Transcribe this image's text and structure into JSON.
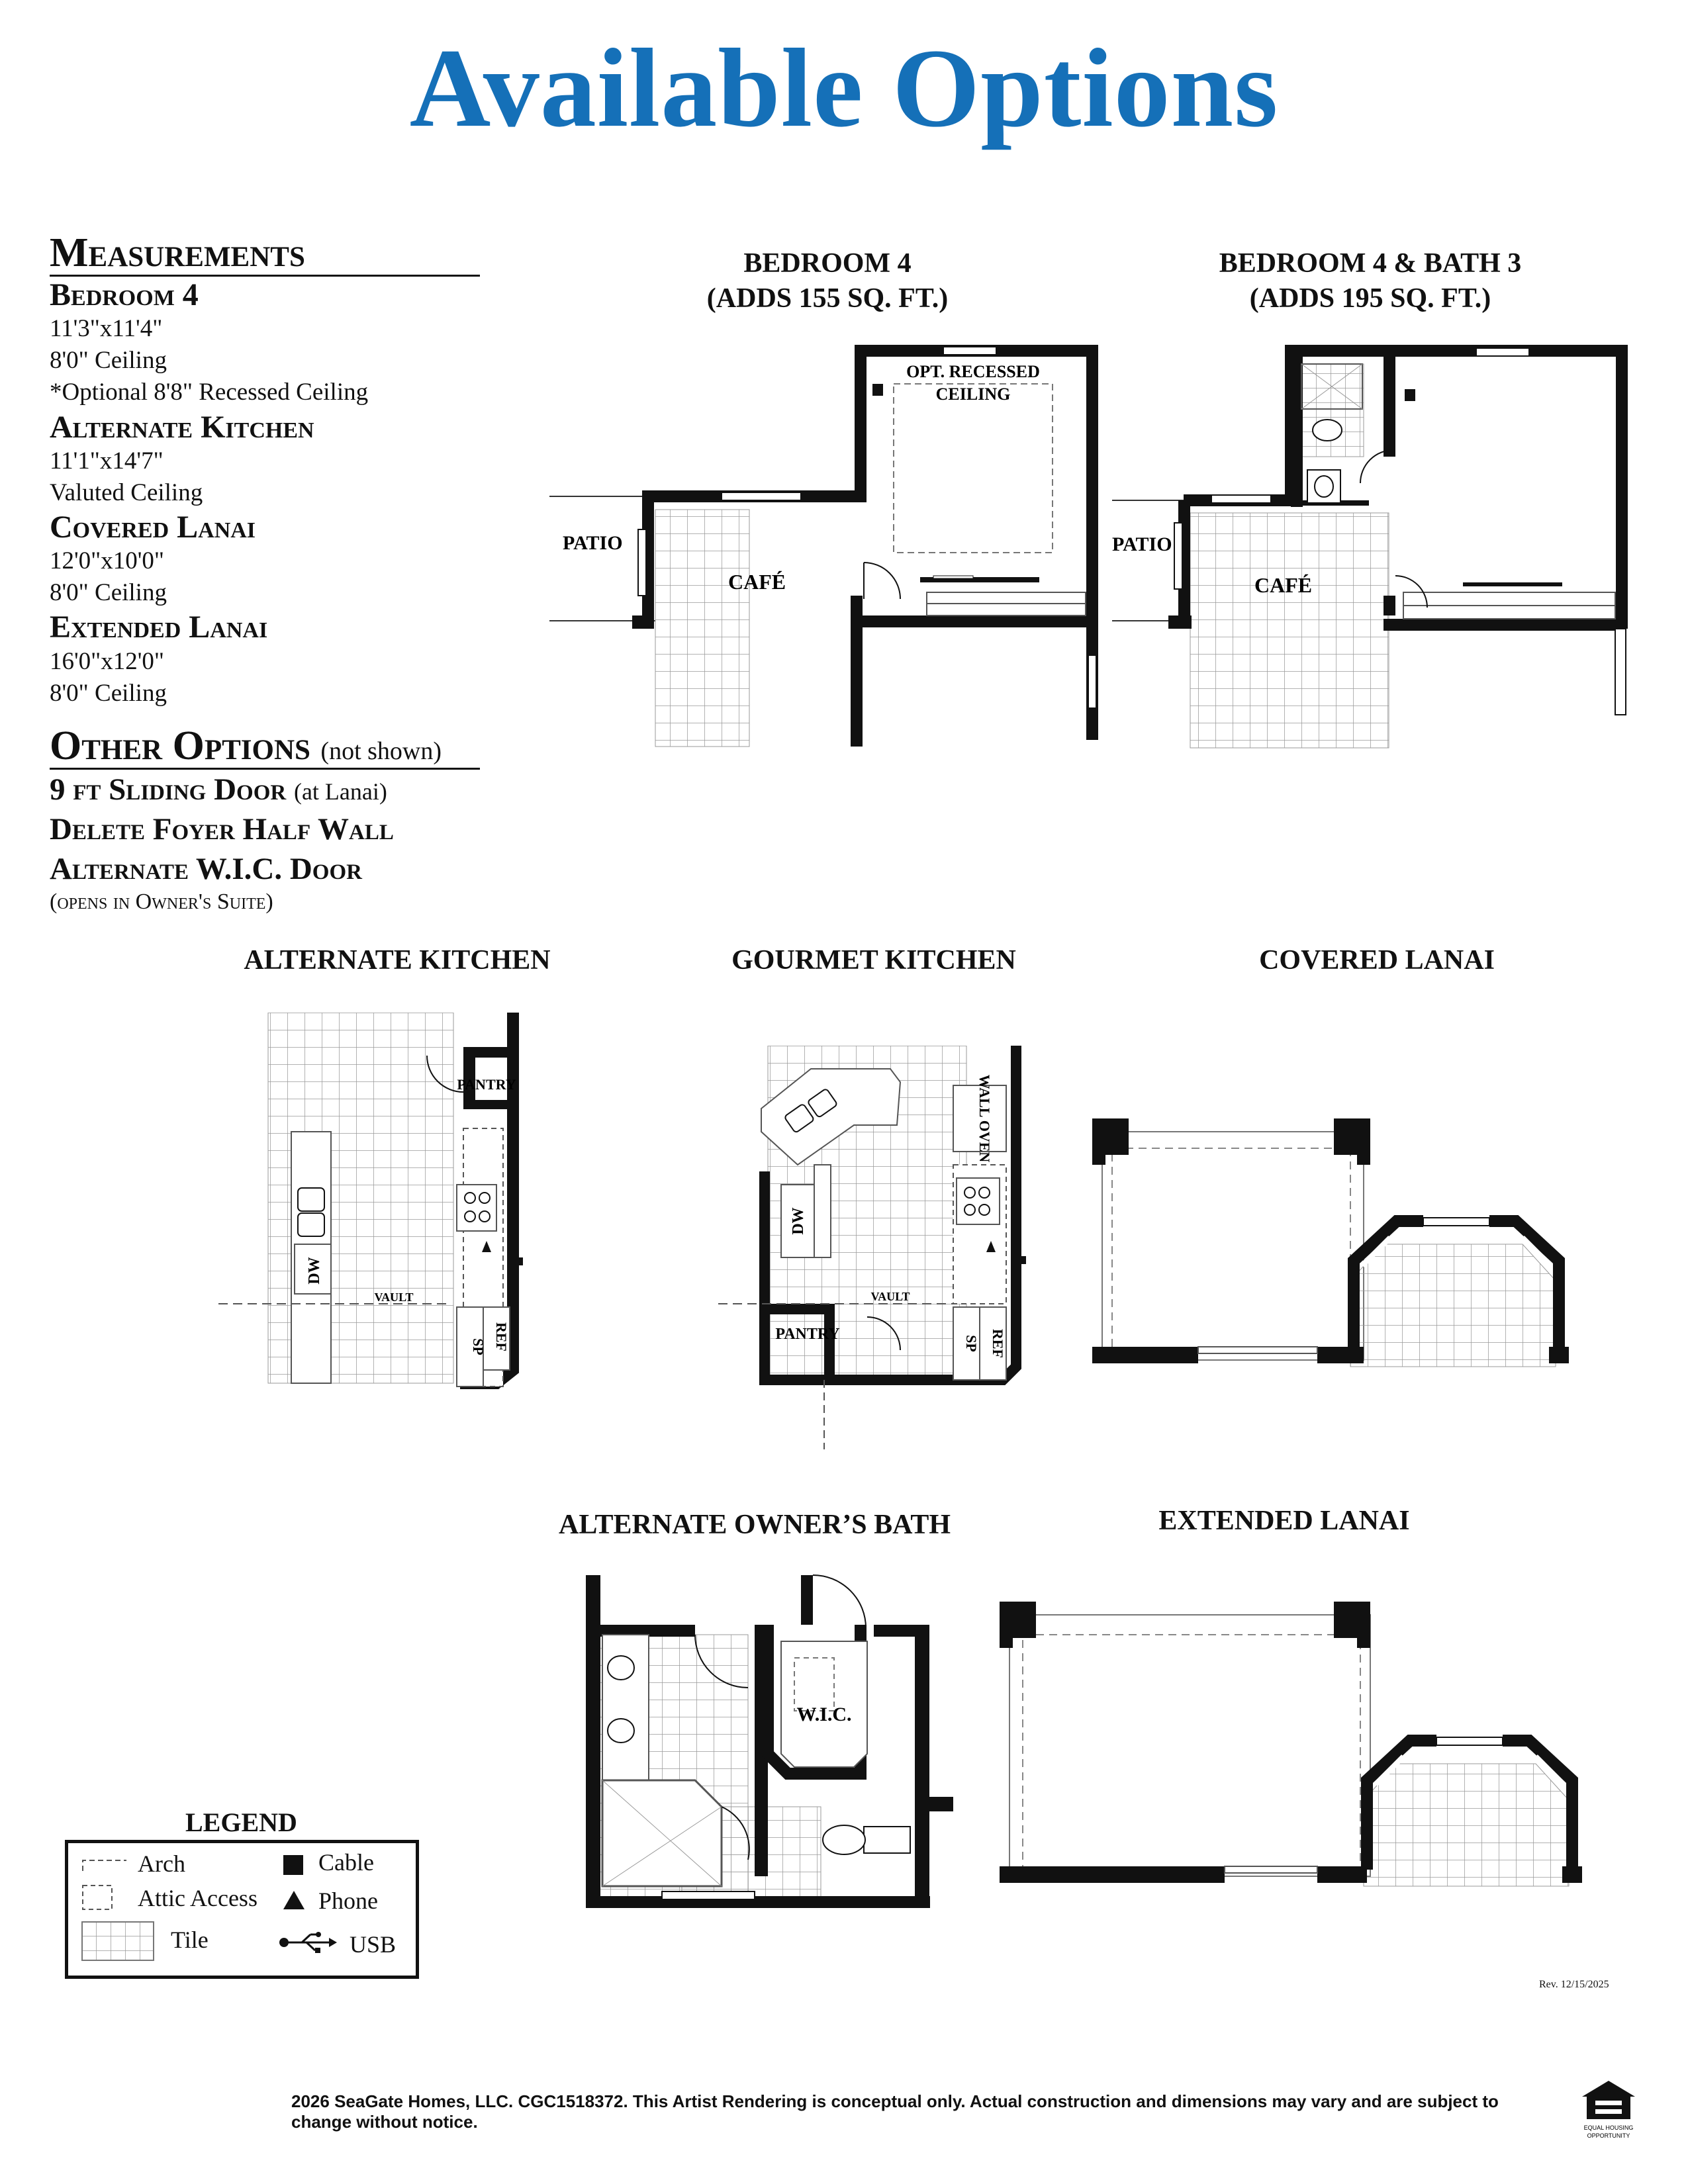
{
  "title": "Available Options",
  "measurements": {
    "heading": "Measurements",
    "rooms": [
      {
        "name": "Bedroom 4",
        "lines": [
          "11'3\"x11'4\"",
          "8'0\" Ceiling",
          "*Optional 8'8\" Recessed Ceiling"
        ]
      },
      {
        "name": "Alternate Kitchen",
        "lines": [
          "11'1\"x14'7\"",
          "Valuted Ceiling"
        ]
      },
      {
        "name": "Covered Lanai",
        "lines": [
          "12'0\"x10'0\"",
          "8'0\" Ceiling"
        ]
      },
      {
        "name": "Extended Lanai",
        "lines": [
          "16'0\"x12'0\"",
          "8'0\" Ceiling"
        ]
      }
    ]
  },
  "other_options": {
    "heading": "Other Options",
    "heading_note": "(not shown)",
    "items": [
      {
        "label": "9 ft Sliding Door",
        "note": "(at Lanai)"
      },
      {
        "label": "Delete Foyer Half Wall",
        "note": ""
      },
      {
        "label": "Alternate W.I.C. Door",
        "note": ""
      }
    ],
    "sub_note": "(opens in Owner's Suite)"
  },
  "plans": {
    "bedroom4": {
      "title": "BEDROOM 4",
      "subtitle": "(ADDS 155 SQ. FT.)",
      "labels": {
        "patio": "PATIO",
        "cafe": "CAFÉ",
        "recessed": "OPT. RECESSED",
        "ceiling": "CEILING"
      }
    },
    "bedroom4_bath3": {
      "title": "BEDROOM 4 & BATH 3",
      "subtitle": "(ADDS 195 SQ. FT.)",
      "labels": {
        "patio": "PATIO",
        "cafe": "CAFÉ"
      }
    },
    "alt_kitchen": {
      "title": "ALTERNATE KITCHEN",
      "labels": {
        "pantry": "PANTRY",
        "dw": "DW",
        "vault": "VAULT",
        "sp": "SP",
        "ref": "REF"
      }
    },
    "gourmet_kitchen": {
      "title": "GOURMET KITCHEN",
      "labels": {
        "wall_oven": "WALL OVEN",
        "dw": "DW",
        "vault": "VAULT",
        "pantry": "PANTRY",
        "sp": "SP",
        "ref": "REF"
      }
    },
    "covered_lanai": {
      "title": "COVERED LANAI"
    },
    "alt_owners_bath": {
      "title": "ALTERNATE OWNER’S BATH",
      "labels": {
        "wic": "W.I.C."
      }
    },
    "extended_lanai": {
      "title": "EXTENDED LANAI"
    }
  },
  "legend": {
    "title": "LEGEND",
    "items": {
      "arch": "Arch",
      "attic": "Attic Access",
      "tile": "Tile",
      "cable": "Cable",
      "phone": "Phone",
      "usb": "USB"
    }
  },
  "revision": "Rev. 12/15/2025",
  "footer": "2026 SeaGate Homes, LLC. CGC1518372.  This Artist Rendering is conceptual only. Actual construction and dimensions may vary and are subject to change without notice.",
  "logo_text": [
    "EQUAL HOUSING",
    "OPPORTUNITY"
  ]
}
